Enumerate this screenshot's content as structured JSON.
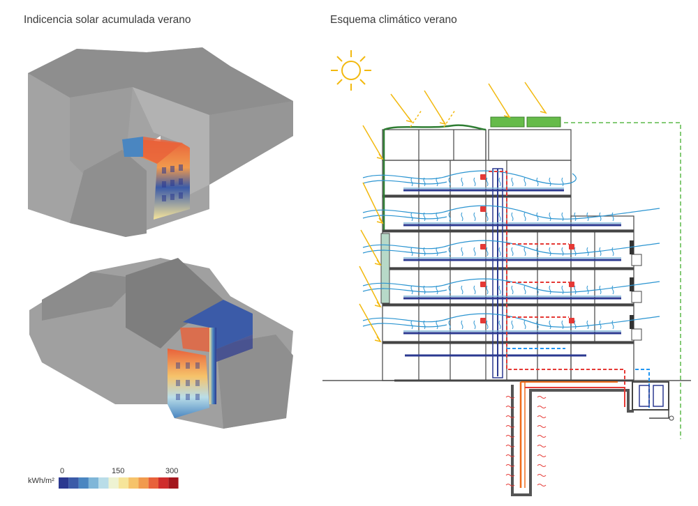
{
  "panels": {
    "left_title": "Indicencia solar acumulada verano",
    "right_title": "Esquema climático verano"
  },
  "legend": {
    "unit": "kWh/m²",
    "ticks": [
      "0",
      "150",
      "300"
    ],
    "colors": [
      "#2b3990",
      "#3b5ba8",
      "#4a86c1",
      "#7fb6d8",
      "#b9dde8",
      "#eef3d2",
      "#f6e59a",
      "#f6c36a",
      "#f19a4d",
      "#e8613a",
      "#cf2d2d",
      "#a3161d"
    ]
  },
  "diagram_colors": {
    "sun": "#f2b90f",
    "cold_air": "#2a94d1",
    "hot_water": "#e53935",
    "cold_water": "#2196f3",
    "ground_loop": "#ef6c1a",
    "pv_panel": "#66bb4a",
    "pv_line": "#5cb848",
    "roof_green": "#2e7d32",
    "massing_grey": "#9a9a9a"
  }
}
